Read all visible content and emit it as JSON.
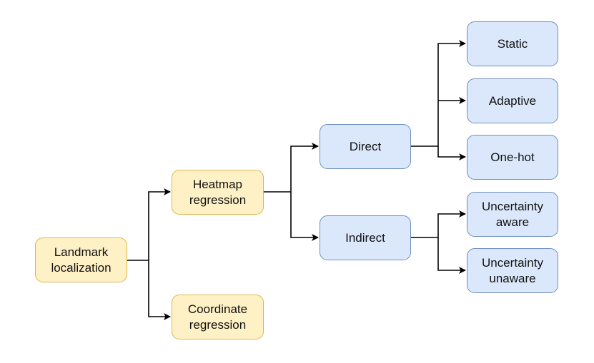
{
  "nodes": {
    "landmark": "Landmark\nlocalization",
    "heatmap": "Heatmap\nregression",
    "coordinate": "Coordinate\nregression",
    "direct": "Direct",
    "indirect": "Indirect",
    "static": "Static",
    "adaptive": "Adaptive",
    "onehot": "One-hot",
    "unc_aware": "Uncertainty\naware",
    "unc_unaware": "Uncertainty\nunaware"
  },
  "colors": {
    "level1_fill": "#fff1c6",
    "level1_stroke": "#d9b550",
    "level2_fill": "#dbe8fb",
    "level2_stroke": "#6d8ebf",
    "connector": "#000000"
  },
  "edges": [
    {
      "from": "Landmark localization",
      "to": "Heatmap regression"
    },
    {
      "from": "Landmark localization",
      "to": "Coordinate regression"
    },
    {
      "from": "Heatmap regression",
      "to": "Direct"
    },
    {
      "from": "Heatmap regression",
      "to": "Indirect"
    },
    {
      "from": "Direct",
      "to": "Static"
    },
    {
      "from": "Direct",
      "to": "Adaptive"
    },
    {
      "from": "Direct",
      "to": "One-hot"
    },
    {
      "from": "Indirect",
      "to": "Uncertainty aware"
    },
    {
      "from": "Indirect",
      "to": "Uncertainty unaware"
    }
  ]
}
